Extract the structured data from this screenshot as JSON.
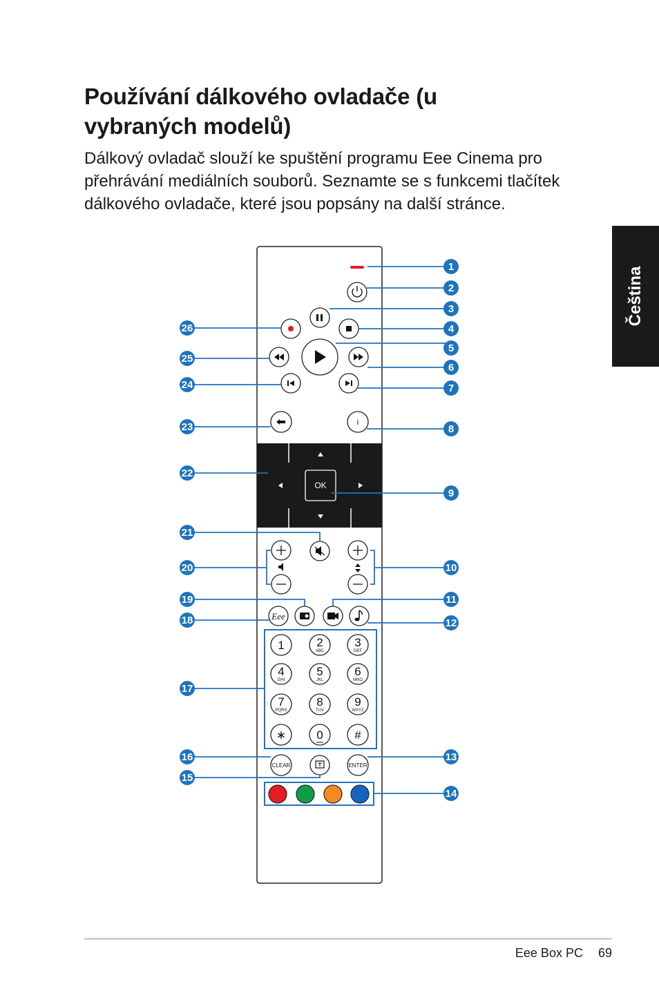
{
  "page": {
    "title": "Používání dálkového ovladače (u vybraných modelů)",
    "intro": "Dálkový ovladač slouží ke spuštění programu Eee Cinema pro přehrávání mediálních souborů. Seznamte se s funkcemi tlačítek dálkového ovladače, které jsou popsány na další stránce.",
    "side_tab": "Čeština",
    "footer_product": "Eee Box PC",
    "footer_page": "69"
  },
  "remote": {
    "ok_label": "OK",
    "clear_label": "CLEAR",
    "enter_label": "ENTER",
    "info_label": "i",
    "keypad": [
      {
        "digit": "1",
        "letters": ""
      },
      {
        "digit": "2",
        "letters": "ABC"
      },
      {
        "digit": "3",
        "letters": "DEF"
      },
      {
        "digit": "4",
        "letters": "GHI"
      },
      {
        "digit": "5",
        "letters": "JKL"
      },
      {
        "digit": "6",
        "letters": "MNO"
      },
      {
        "digit": "7",
        "letters": "PQRS"
      },
      {
        "digit": "8",
        "letters": "TUV"
      },
      {
        "digit": "9",
        "letters": "WXYZ"
      },
      {
        "digit": "∗",
        "letters": ""
      },
      {
        "digit": "0",
        "letters": ""
      },
      {
        "digit": "#",
        "letters": ""
      }
    ],
    "color_buttons": [
      "#e41c24",
      "#109d48",
      "#f7891f",
      "#1565c0"
    ],
    "callouts": [
      "1",
      "2",
      "3",
      "4",
      "5",
      "6",
      "7",
      "8",
      "9",
      "10",
      "11",
      "12",
      "13",
      "14",
      "15",
      "16",
      "17",
      "18",
      "19",
      "20",
      "21",
      "22",
      "23",
      "24",
      "25",
      "26"
    ]
  },
  "colors": {
    "callout_blue": "#1e73be",
    "dpad_black": "#1a1a1a",
    "record_red": "#e41c24"
  }
}
